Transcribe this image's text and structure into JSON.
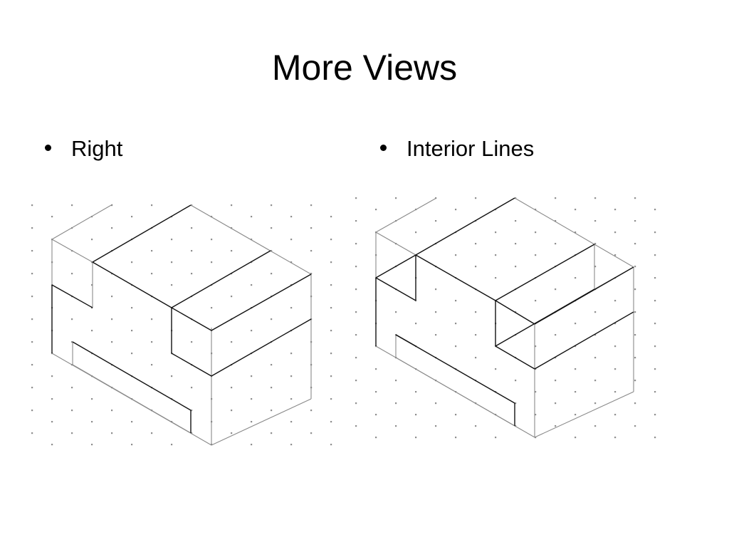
{
  "slide": {
    "title": "More Views",
    "bullets": [
      {
        "label": "Right"
      },
      {
        "label": "Interior Lines"
      }
    ]
  },
  "colors": {
    "background": "#ffffff",
    "text": "#000000",
    "edge": "#111111",
    "construction": "#8a8a8a",
    "grid_dot": "#8f8f8f"
  }
}
